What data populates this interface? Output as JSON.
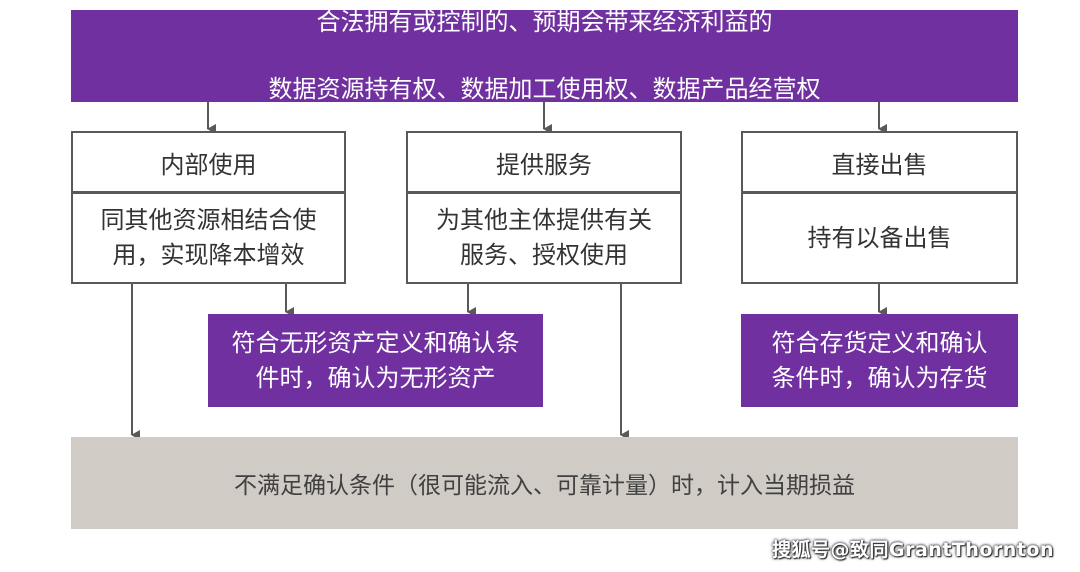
{
  "top_box": {
    "line1": "合法拥有或控制的、预期会带来经济利益的",
    "line2": "数据资源持有权、数据加工使用权、数据产品经营权"
  },
  "columns": [
    {
      "header": "内部使用",
      "body": "同其他资源相结合使\n用，实现降本增效"
    },
    {
      "header": "提供服务",
      "body": "为其他主体提供有关\n服务、授权使用"
    },
    {
      "header": "直接出售",
      "body": "持有以备出售"
    }
  ],
  "intangible_box": "符合无形资产定义和确认条\n件时，确认为无形资产",
  "inventory_box": "符合存货定义和确认\n条件时，确认为存货",
  "bottom_box": "不满足确认条件（很可能流入、可靠计量）时，计入当期损益",
  "watermark": "搜狐号@致同GrantThornton",
  "colors": {
    "purple": "#7030a0",
    "border": "#595959",
    "grey": "#d0cbc5"
  }
}
